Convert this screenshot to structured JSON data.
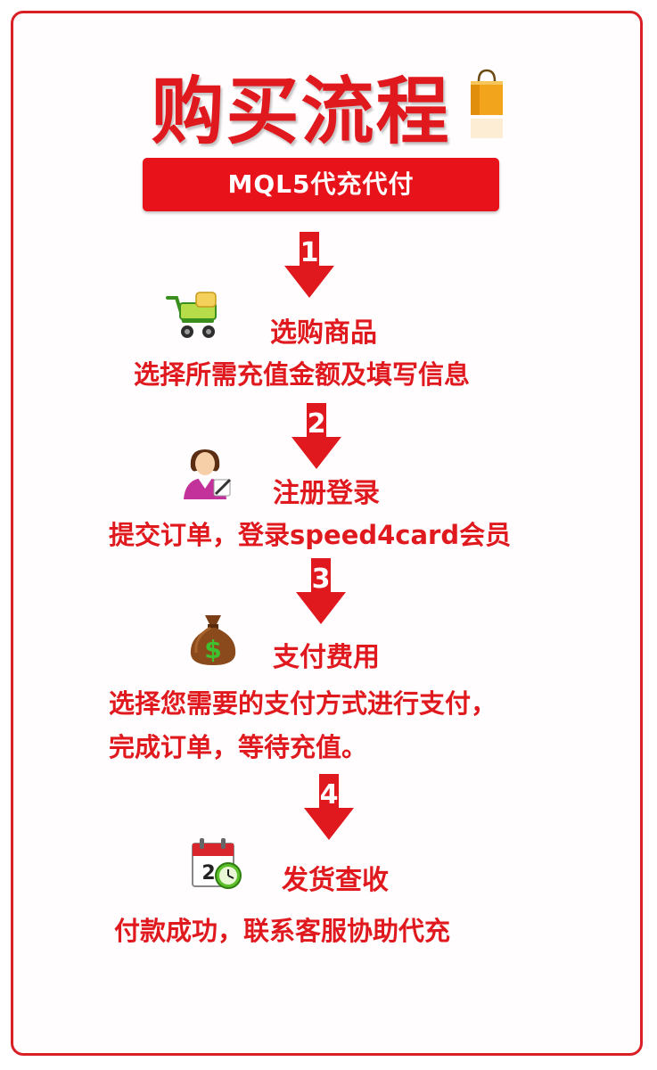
{
  "header": {
    "title": "购买流程",
    "banner_label": "MQL5代充代付"
  },
  "colors": {
    "accent_red": "#e0191f",
    "banner_red": "#e8121a"
  },
  "steps": [
    {
      "number": "1",
      "icon": "shopping-cart-icon",
      "title": "选购商品",
      "description_lines": [
        "选择所需充值金额及填写信息"
      ]
    },
    {
      "number": "2",
      "icon": "user-register-icon",
      "title": "注册登录",
      "description_lines": [
        "提交订单，登录speed4card会员"
      ]
    },
    {
      "number": "3",
      "icon": "money-bag-icon",
      "title": "支付费用",
      "description_lines": [
        "选择您需要的支付方式进行支付，",
        "完成订单，等待充值。"
      ]
    },
    {
      "number": "4",
      "icon": "calendar-clock-icon",
      "title": "发货查收",
      "description_lines": [
        "付款成功，联系客服协助代充"
      ]
    }
  ]
}
